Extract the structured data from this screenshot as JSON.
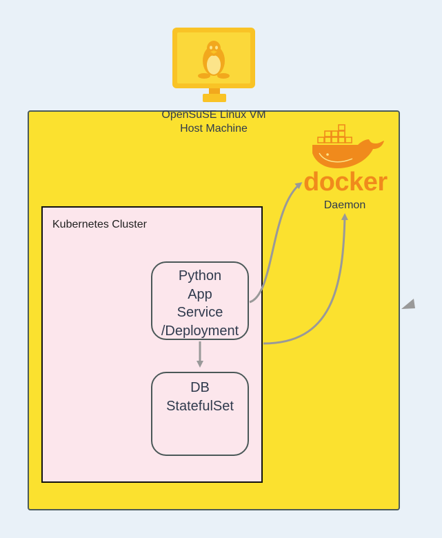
{
  "host": {
    "line1": "OpenSuSE Linux VM",
    "line2": "Host Machine"
  },
  "cluster": {
    "label": "Kubernetes Cluster"
  },
  "app": {
    "line1": "Python",
    "line2": "App",
    "line3": "Service",
    "line4": "/Deployment"
  },
  "db": {
    "line1": "DB",
    "line2": "StatefulSet"
  },
  "docker": {
    "wordmark": "docker",
    "label": "Daemon"
  },
  "icons": {
    "vm": "monitor-linux-penguin-icon",
    "docker": "docker-whale-icon"
  },
  "colors": {
    "host_fill": "#fbe12f",
    "cluster_fill": "#fce6ec",
    "docker_orange": "#f08a1c",
    "arrow_gray": "#999999"
  }
}
